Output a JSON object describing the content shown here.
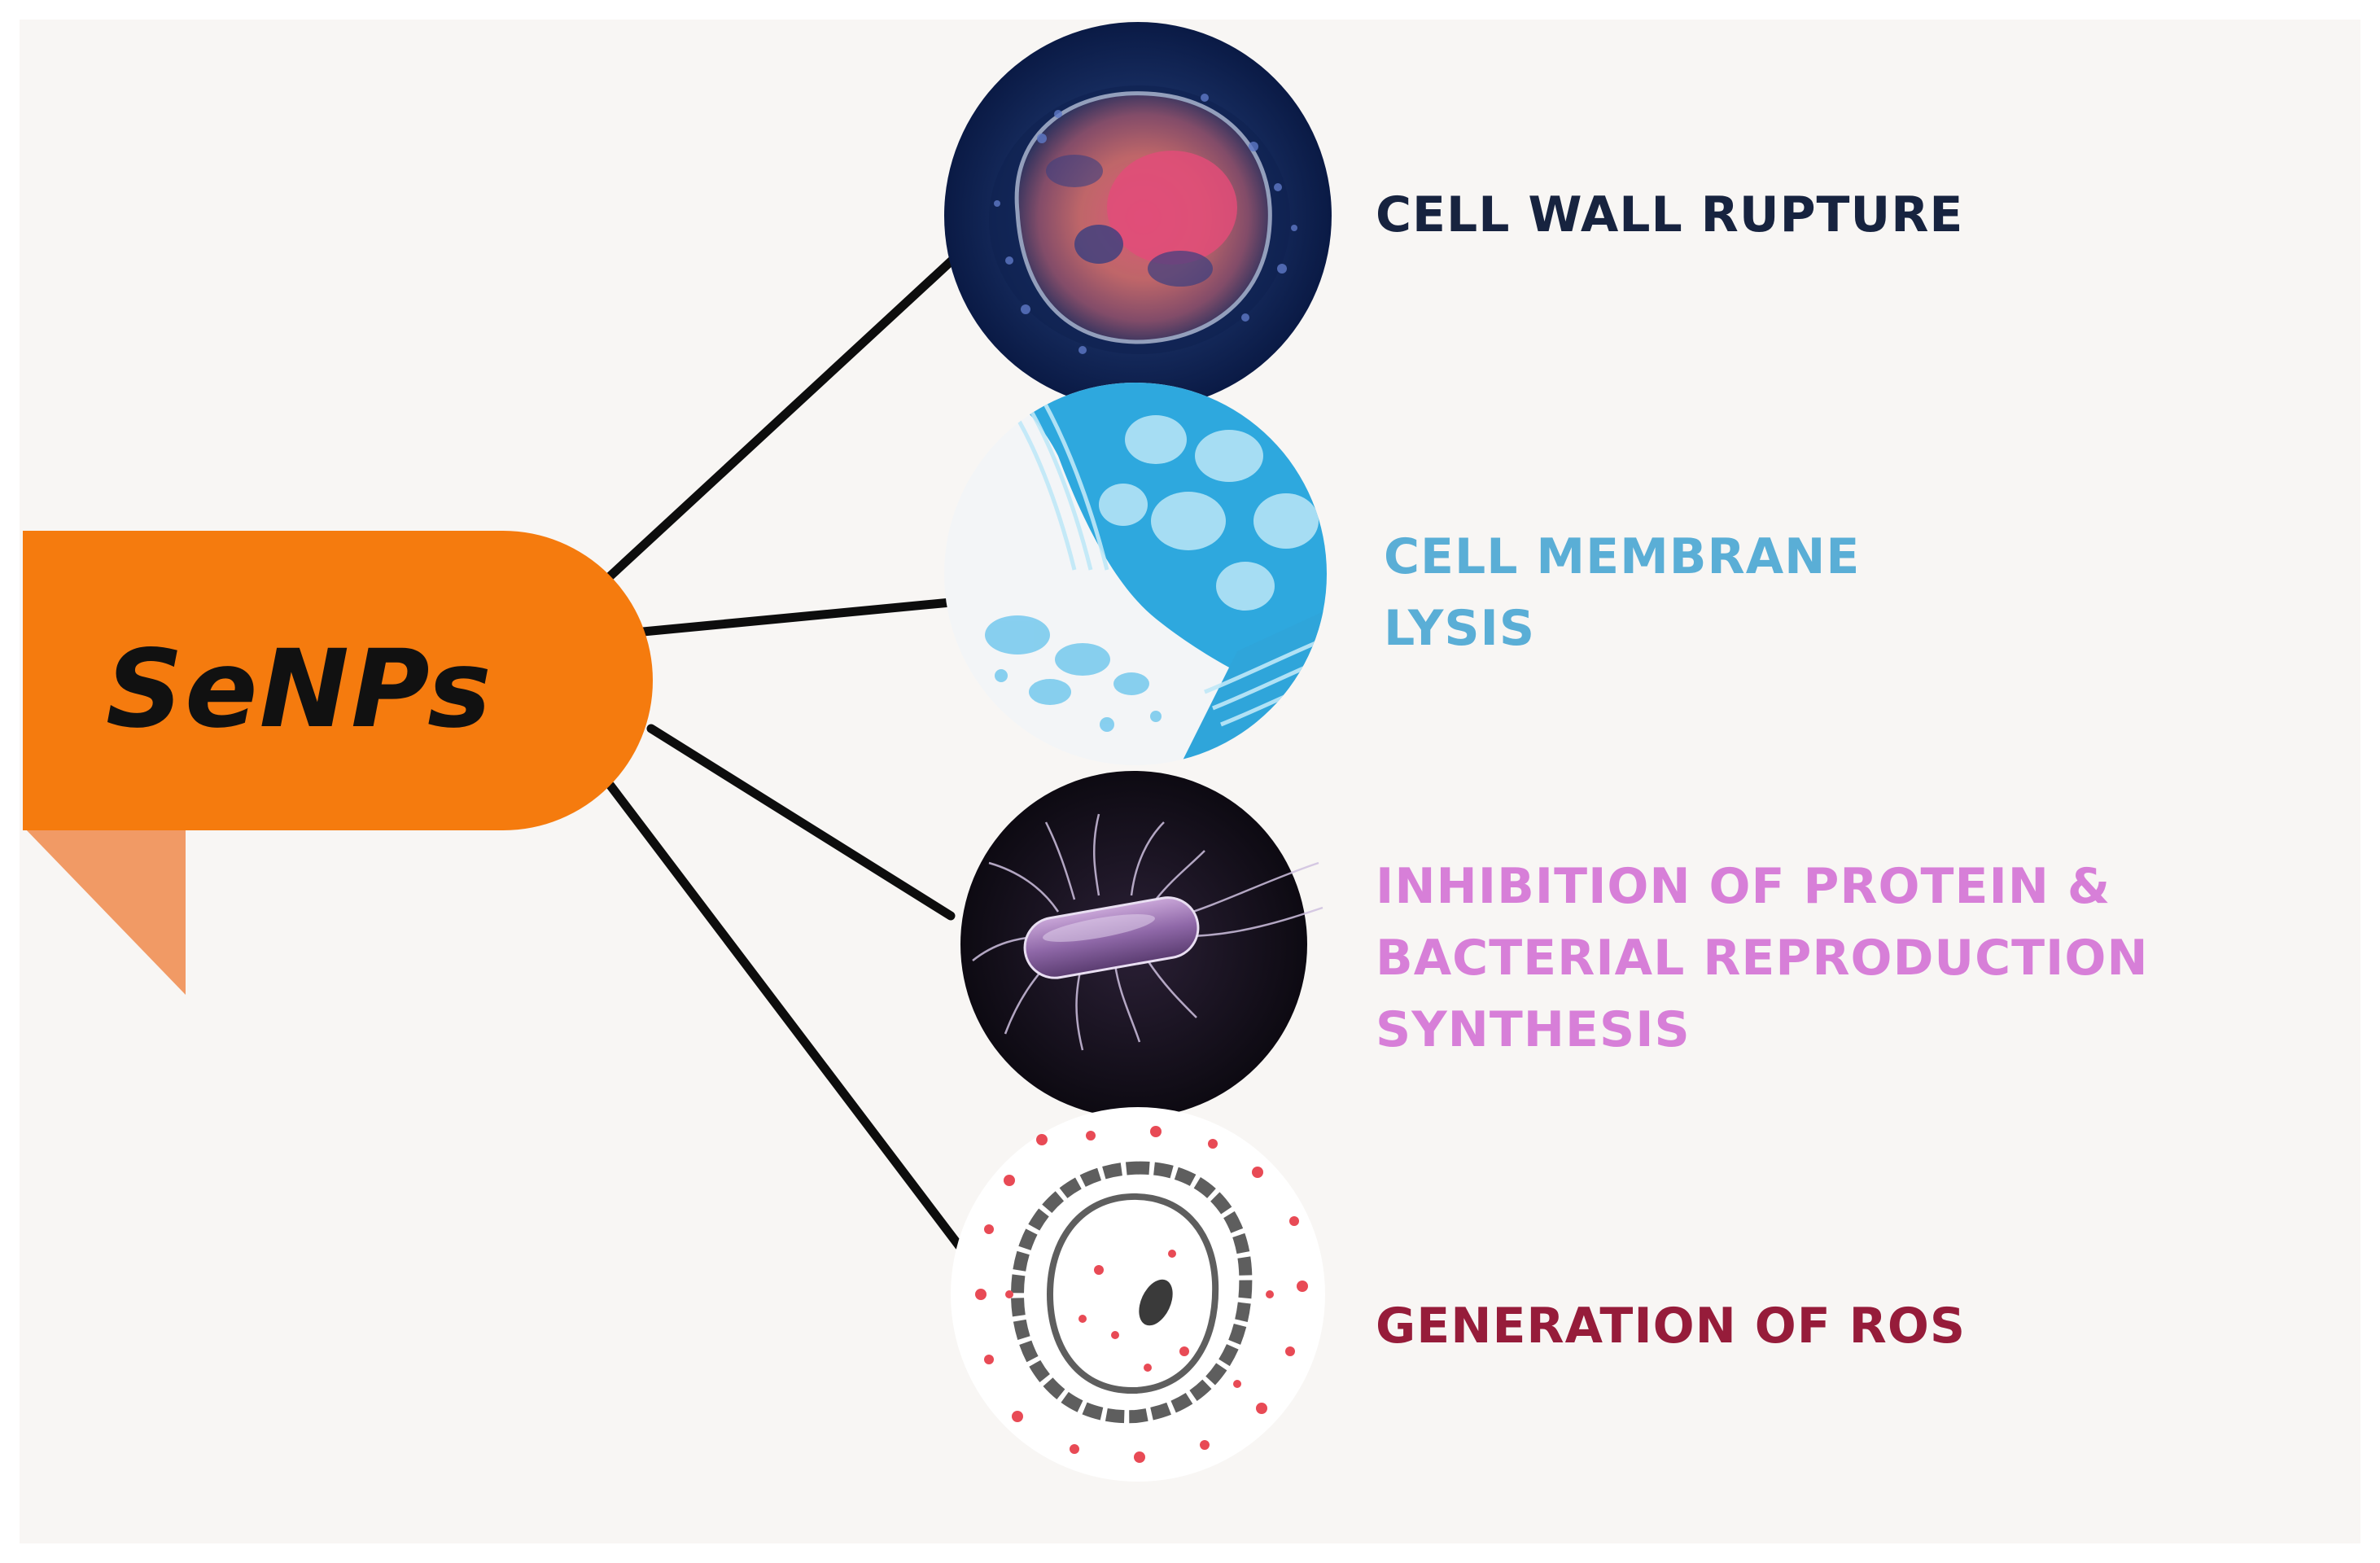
{
  "center": {
    "label": "SeNPs",
    "color": "#f57b0e",
    "tab_color": "#f19a65"
  },
  "connector_color": "#0d0d0d",
  "mechanisms": [
    {
      "lines": [
        "CELL WALL RUPTURE"
      ],
      "color": "#17233f",
      "icon": "ruptured-cell-icon"
    },
    {
      "lines": [
        "CELL MEMBRANE",
        "LYSIS"
      ],
      "color": "#5aaed6",
      "icon": "membrane-lysis-icon"
    },
    {
      "lines": [
        "INHIBITION OF PROTEIN &",
        "BACTERIAL REPRODUCTION",
        "SYNTHESIS"
      ],
      "color": "#d77fd8",
      "icon": "bacterium-icon"
    },
    {
      "lines": [
        "GENERATION OF ROS"
      ],
      "color": "#961c3a",
      "icon": "ros-cell-icon"
    }
  ]
}
